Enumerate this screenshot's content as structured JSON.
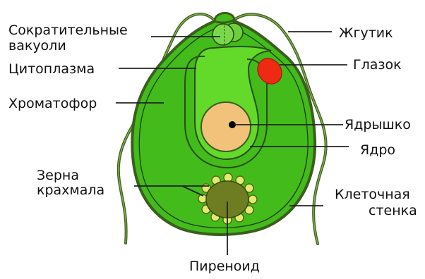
{
  "labels": {
    "contractile_vacuoles": [
      "Сократительные",
      "вакуоли"
    ],
    "cytoplasm": "Цитоплазма",
    "chromatophore": "Хроматофор",
    "starch_grains": [
      "Зерна",
      "крахмала"
    ],
    "flagellum": "Жгутик",
    "eyespot": "Глазок",
    "nucleolus": "Ядрышко",
    "nucleus": "Ядро",
    "cell_wall": [
      "Клеточная",
      "стенка"
    ],
    "pyrenoid": "Пиреноид"
  },
  "colors": {
    "wall_dark": "#3a5e1e",
    "cell_green": "#43bb1a",
    "inner_green": "#63d92a",
    "flagellum": "#5a8a30",
    "eyespot": "#ee2a12",
    "nucleus": "#f3c27a",
    "pyrenoid": "#6e7d22",
    "starch": "#e2eb6e",
    "leader": "#222222"
  }
}
